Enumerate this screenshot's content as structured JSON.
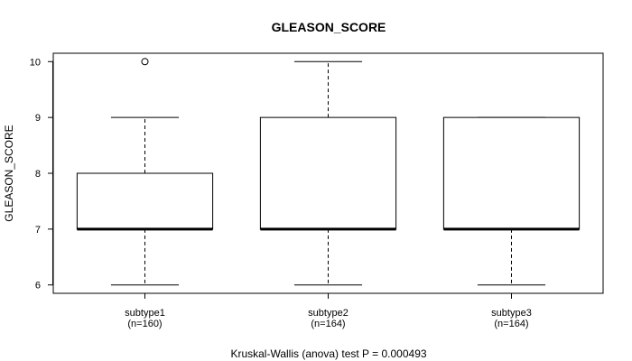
{
  "chart_data": {
    "type": "box",
    "title": "GLEASON_SCORE",
    "xlabel": "",
    "ylabel": "GLEASON_SCORE",
    "ylim": [
      5.85,
      10.15
    ],
    "yticks": [
      6,
      7,
      8,
      9,
      10
    ],
    "grid": false,
    "categories": [
      "subtype1",
      "subtype2",
      "subtype3"
    ],
    "counts": [
      "(n=160)",
      "(n=164)",
      "(n=164)"
    ],
    "boxes": [
      {
        "min": 6,
        "q1": 7,
        "median": 7,
        "q3": 8,
        "max": 9,
        "outliers": [
          10
        ]
      },
      {
        "min": 6,
        "q1": 7,
        "median": 7,
        "q3": 9,
        "max": 10,
        "outliers": []
      },
      {
        "min": 6,
        "q1": 7,
        "median": 7,
        "q3": 9,
        "max": 9,
        "outliers": []
      }
    ],
    "footer": "Kruskal-Wallis (anova) test P = 0.000493"
  }
}
